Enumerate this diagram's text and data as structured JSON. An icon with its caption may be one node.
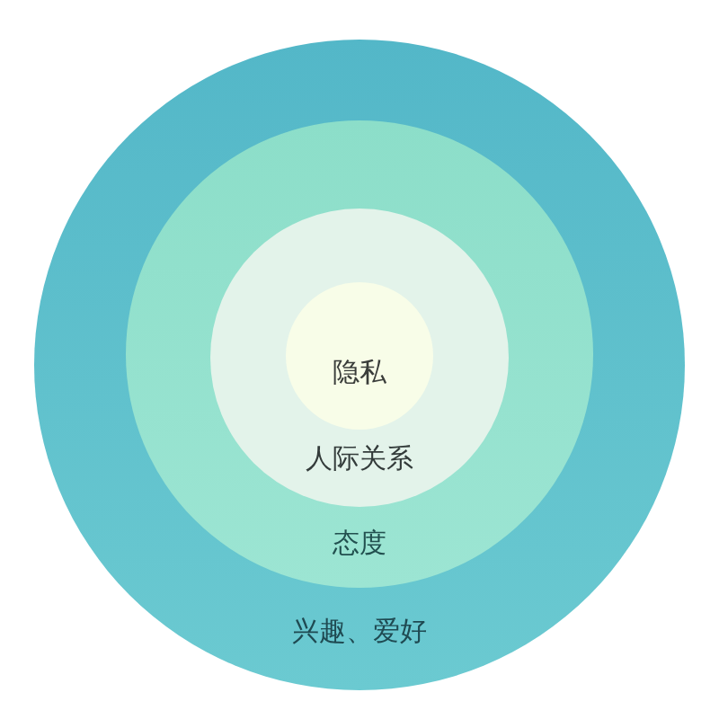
{
  "diagram": {
    "nodes": [
      {
        "text": [
          "兴趣、爱好"
        ]
      },
      {
        "text": [
          "态度"
        ],
        "in": 0
      },
      {
        "text": [
          "人际关系"
        ],
        "in": 1
      },
      {
        "text": [
          "隐私"
        ],
        "in": 2
      }
    ]
  }
}
